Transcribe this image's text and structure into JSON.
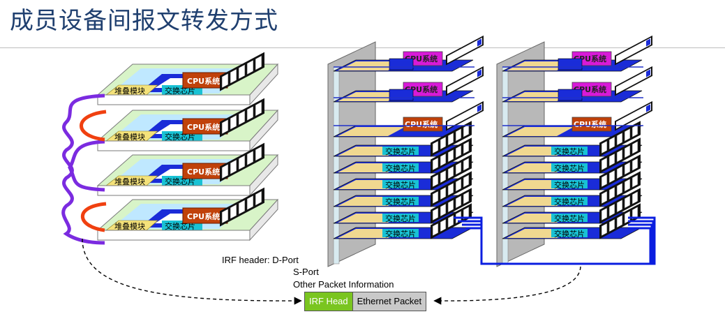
{
  "title": "成员设备间报文转发方式",
  "labels": {
    "cpu": "CPU系统",
    "switch_chip": "交换芯片",
    "stack_module": "堆叠模块"
  },
  "irf_header": {
    "line1": "IRF   header:  D-Port",
    "line2": "S-Port",
    "line3": "Other Packet Information"
  },
  "packet": {
    "head": "IRF Head",
    "body": "Ethernet Packet"
  },
  "colors": {
    "title": "#1f3f6f",
    "cpu": "#c0410a",
    "cpu_magenta": "#d81ad8",
    "switch_chip": "#19c2d4",
    "board_blue": "#1a2cd8",
    "stack_cable": "#7b2be0",
    "stack_link": "#f04010",
    "irf_head": "#7ac520"
  }
}
